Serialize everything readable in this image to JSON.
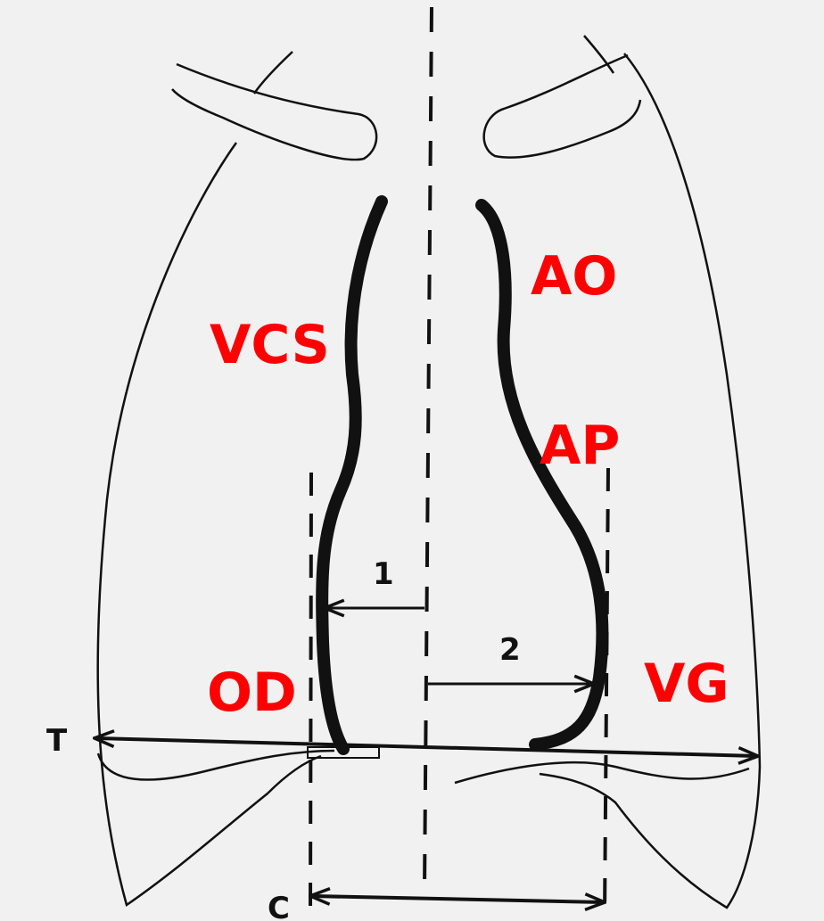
{
  "diagram": {
    "labels": {
      "vcs": "VCS",
      "ao": "AO",
      "ap": "AP",
      "od": "OD",
      "vg": "VG"
    },
    "markers": {
      "t": "T",
      "c": "C",
      "one": "1",
      "two": "2"
    },
    "colors": {
      "background": "#f1f1f1",
      "line": "#111111",
      "label": "#ff0000"
    }
  }
}
